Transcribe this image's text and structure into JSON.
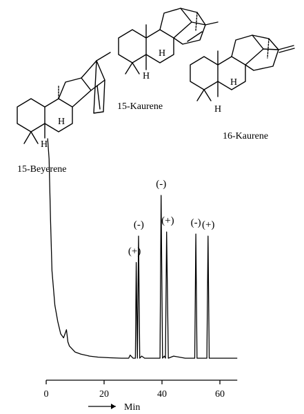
{
  "chart_data": {
    "type": "line",
    "xlabel": "Min",
    "xlim": [
      0,
      66
    ],
    "x_ticks": [
      0,
      20,
      40,
      60
    ],
    "compounds": [
      "15-Beyerene",
      "15-Kaurene",
      "16-Kaurene"
    ],
    "series": [
      {
        "x": [
          0.5,
          1,
          1.5,
          2,
          3,
          4,
          5,
          6,
          7,
          7.5,
          8,
          10,
          12,
          15,
          18,
          22,
          26,
          28.5,
          29,
          30,
          30.8,
          31.1,
          31.5,
          31.9,
          32.3,
          33,
          34,
          38,
          39.3,
          39.7,
          40.2,
          40.8,
          41.2,
          41.6,
          42.2,
          44,
          48,
          51.3,
          51.7,
          52.1,
          54,
          55.5,
          55.9,
          56.3,
          58,
          62,
          66
        ],
        "y": [
          110,
          100,
          70,
          45,
          28,
          20,
          14,
          12,
          16,
          10,
          8,
          5,
          4,
          3,
          2.5,
          2.2,
          2,
          2,
          3.5,
          2,
          2,
          49,
          2,
          62,
          2,
          3,
          2,
          2,
          2,
          82,
          2,
          3,
          2,
          64,
          2,
          3,
          2,
          2,
          63,
          2,
          2,
          2,
          62,
          2,
          2,
          2,
          2
        ]
      }
    ],
    "annotations": [
      {
        "text": "(+)",
        "x": 30.5
      },
      {
        "text": "(-)",
        "x": 32.0
      },
      {
        "text": "(-)",
        "x": 39.7
      },
      {
        "text": "(+)",
        "x": 42.0
      },
      {
        "text": "(-)",
        "x": 51.7
      },
      {
        "text": "(+)",
        "x": 56.0
      }
    ]
  }
}
